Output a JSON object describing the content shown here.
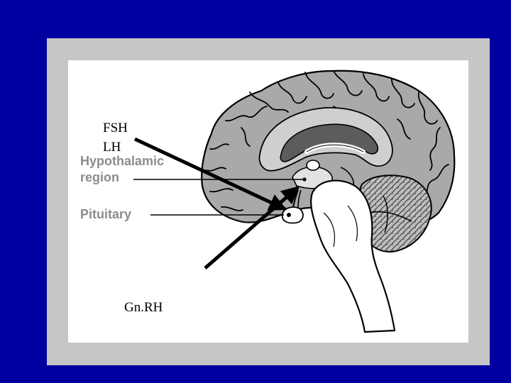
{
  "slide": {
    "colors": {
      "background": "#0000a0",
      "frame": "#c6c6c6",
      "panel": "#ffffff",
      "brain": "#a9a9a9",
      "ventricle": "#5c5c5c",
      "ink": "#000000"
    }
  },
  "labels": {
    "fsh": "FSH",
    "lh": "LH",
    "gnrh": "Gn.RH",
    "hypothalamic_line1": "Hypothalamic",
    "hypothalamic_line2": "region",
    "pituitary": "Pituitary"
  },
  "icons": {
    "brain": "brain-sagittal-icon",
    "arrows": [
      "arrow-gnrh-icon",
      "arrow-fsh-lh-icon"
    ]
  }
}
